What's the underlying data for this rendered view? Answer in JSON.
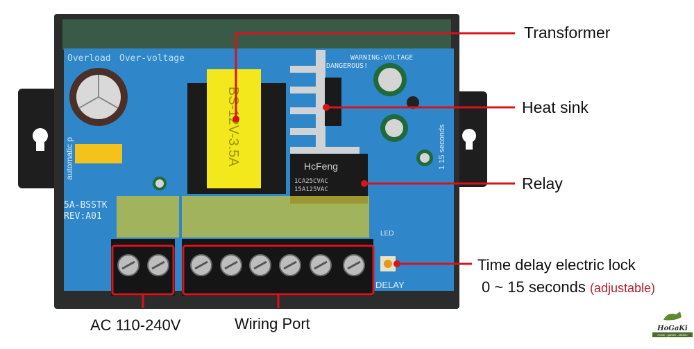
{
  "annotations": {
    "transformer": "Transformer",
    "heat_sink": "Heat sink",
    "relay": "Relay",
    "time_delay": "Time delay electric lock",
    "time_range": "0 ~ 15 seconds",
    "adjustable": "(adjustable)",
    "ac_input": "AC 110-240V",
    "wiring_port": "Wiring Port"
  },
  "board": {
    "overload": "Overload",
    "over_voltage": "Over-voltage",
    "transformer_mark": "BS-12V-3.5A",
    "relay_brand": "HcFeng",
    "relay_spec1": "1CA25CVAC",
    "relay_spec2": "15A125VAC",
    "warning": "WARNING:VOLTAGE",
    "dangerous": "DANGEROUS!",
    "model": "5A-BSSTK",
    "rev": "REV:A01",
    "led": "LED",
    "delay": "DELAY",
    "side_text": "automatic p",
    "seconds_text": "1  15 seconds"
  },
  "logo": {
    "brand": "HoGaKi",
    "tagline": "Home - garden - kitchen"
  },
  "colors": {
    "annotation_line": "#d7141c",
    "pcb": "#2f86c8",
    "transformer": "#f2e81c",
    "adjustable": "#b0202a"
  }
}
